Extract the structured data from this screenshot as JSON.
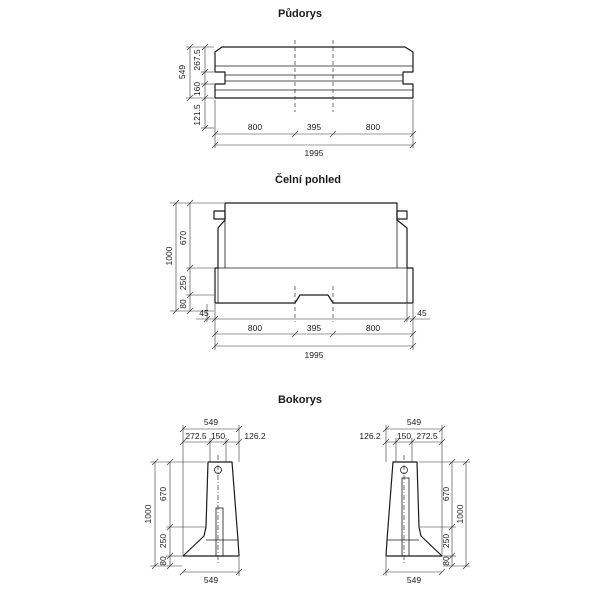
{
  "titles": {
    "plan": "Půdorys",
    "front": "Čelní pohled",
    "side": "Bokorys"
  },
  "plan": {
    "overall_depth": "549",
    "top_part": "267.5",
    "middle_part": "160",
    "bottom_part": "121.5",
    "seg_left": "800",
    "seg_middle": "395",
    "seg_right": "800",
    "overall_length": "1995"
  },
  "front": {
    "overall_height": "1000",
    "upper_height": "670",
    "lower_height": "250",
    "base_height": "80",
    "edge_left": "45",
    "edge_right": "45",
    "seg_left": "800",
    "seg_middle": "395",
    "seg_right": "800",
    "overall_length": "1995"
  },
  "side_left": {
    "overall_width": "549",
    "part_a": "272.5",
    "part_b": "150",
    "part_c": "126.2",
    "overall_height": "1000",
    "upper_height": "670",
    "lower_height": "250",
    "base_height": "80",
    "base_width": "549"
  },
  "side_right": {
    "overall_width": "549",
    "part_a": "126.2",
    "part_b": "150",
    "part_c": "272.5",
    "overall_height": "1000",
    "upper_height": "670",
    "lower_height": "250",
    "base_height": "80",
    "base_width": "549"
  }
}
